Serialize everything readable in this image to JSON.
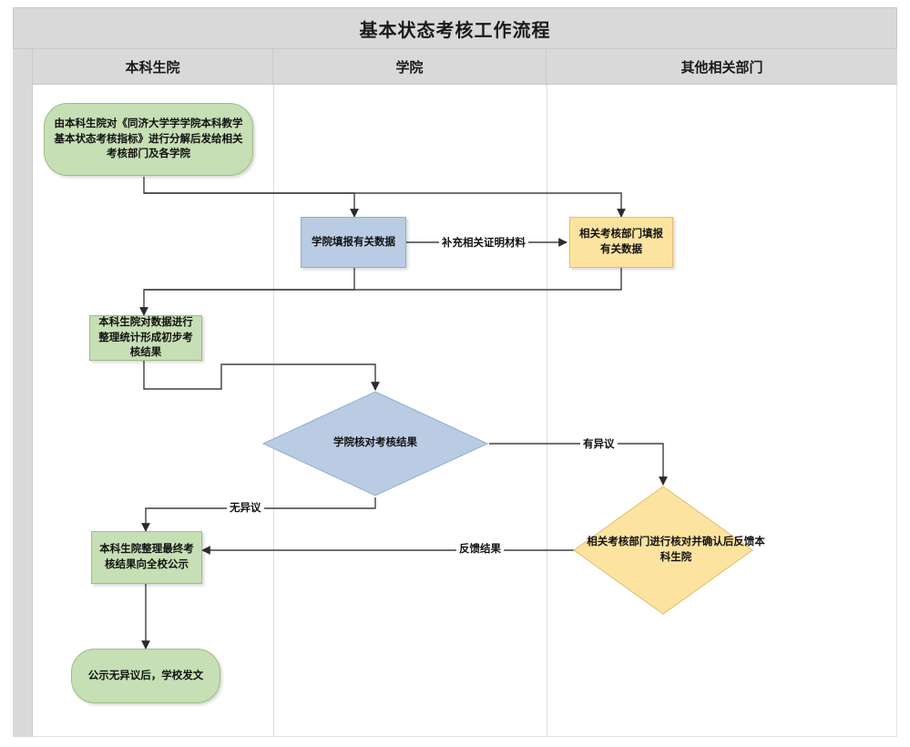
{
  "diagram": {
    "title": "基本状态考核工作流程",
    "type": "swimlane-flowchart",
    "lanes": [
      {
        "id": "lane-undergrad",
        "label": "本科生院"
      },
      {
        "id": "lane-college",
        "label": "学院"
      },
      {
        "id": "lane-other",
        "label": "其他相关部门"
      }
    ],
    "colors": {
      "green_fill": "#c6dfb4",
      "green_stroke": "#9ebd85",
      "blue_fill": "#b9cce4",
      "blue_stroke": "#92aece",
      "yellow_fill": "#fce3a0",
      "yellow_stroke": "#e0bf6a",
      "header_band": "#d9d9d9",
      "connector": "#404040"
    },
    "nodes": [
      {
        "id": "n1",
        "lane": "lane-undergrad",
        "shape": "rounded",
        "color": "green",
        "text": "由本科生院对《同济大学学学院本科教学基本状态考核指标》进行分解后发给相关考核部门及各学院"
      },
      {
        "id": "n2",
        "lane": "lane-college",
        "shape": "rectangle",
        "color": "blue",
        "text": "学院填报有关数据"
      },
      {
        "id": "n3",
        "lane": "lane-other",
        "shape": "rectangle",
        "color": "yellow",
        "text": "相关考核部门填报有关数据"
      },
      {
        "id": "n4",
        "lane": "lane-undergrad",
        "shape": "rectangle",
        "color": "green",
        "text": "本科生院对数据进行整理统计形成初步考核结果"
      },
      {
        "id": "n5",
        "lane": "lane-college",
        "shape": "diamond",
        "color": "blue",
        "text": "学院核对考核结果"
      },
      {
        "id": "n6",
        "lane": "lane-other",
        "shape": "diamond",
        "color": "yellow",
        "text": "相关考核部门进行核对并确认后反馈本科生院"
      },
      {
        "id": "n7",
        "lane": "lane-undergrad",
        "shape": "rectangle",
        "color": "green",
        "text": "本科生院整理最终考核结果向全校公示"
      },
      {
        "id": "n8",
        "lane": "lane-undergrad",
        "shape": "rounded",
        "color": "green",
        "text": "公示无异议后，学校发文"
      }
    ],
    "edges": [
      {
        "id": "e1",
        "from": "n1",
        "to": "n2",
        "label": ""
      },
      {
        "id": "e2",
        "from": "n1",
        "to": "n3",
        "label": ""
      },
      {
        "id": "e3",
        "from": "n2",
        "to": "n3",
        "label": "补充相关证明材料"
      },
      {
        "id": "e4",
        "from": "n2",
        "to": "n4",
        "label": ""
      },
      {
        "id": "e5",
        "from": "n3",
        "to": "n4",
        "label": ""
      },
      {
        "id": "e6",
        "from": "n4",
        "to": "n5",
        "label": ""
      },
      {
        "id": "e7",
        "from": "n5",
        "to": "n6",
        "label": "有异议"
      },
      {
        "id": "e8",
        "from": "n5",
        "to": "n7",
        "label": "无异议"
      },
      {
        "id": "e9",
        "from": "n6",
        "to": "n7",
        "label": "反馈结果"
      },
      {
        "id": "e10",
        "from": "n7",
        "to": "n8",
        "label": ""
      }
    ],
    "edge_labels": {
      "supplement": "补充相关证明材料",
      "has_objection": "有异议",
      "no_objection": "无异议",
      "feedback": "反馈结果"
    }
  }
}
